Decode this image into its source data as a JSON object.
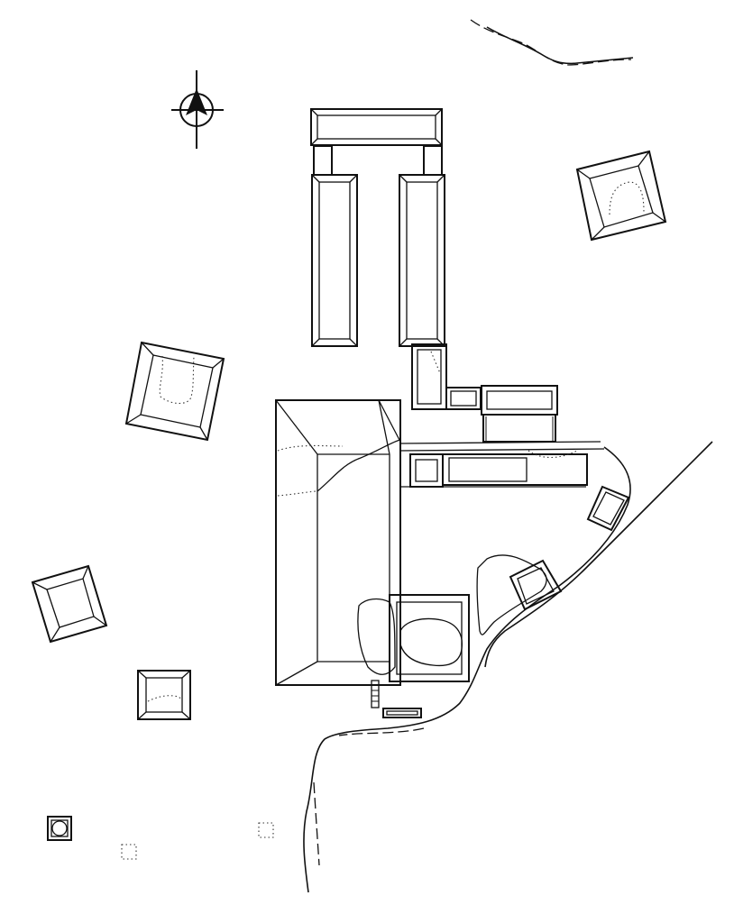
{
  "diagram": {
    "kind": "architectural-site-plan",
    "line_color": "#111111",
    "background": "#ffffff",
    "north_arrow_icon": "north-arrow-icon",
    "structures": [
      "temple-bar-north",
      "temple-wing-west",
      "temple-wing-east",
      "connector-block",
      "pyramid-northeast",
      "pyramid-west",
      "pyramid-southwest",
      "pyramid-south",
      "great-platform",
      "south-platform",
      "east-range",
      "east-small-building",
      "river-building"
    ]
  }
}
